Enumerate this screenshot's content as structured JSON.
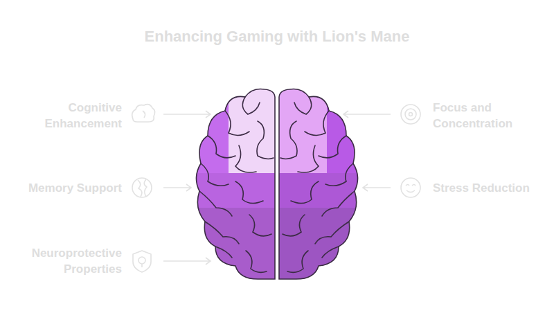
{
  "diagram": {
    "title": "Enhancing Gaming with Lion's Mane",
    "labels": [
      "Cognitive Enhancement",
      "Focus and Concentration",
      "Memory Support",
      "Stress Reduction",
      "Neuroprotective Properties"
    ]
  }
}
